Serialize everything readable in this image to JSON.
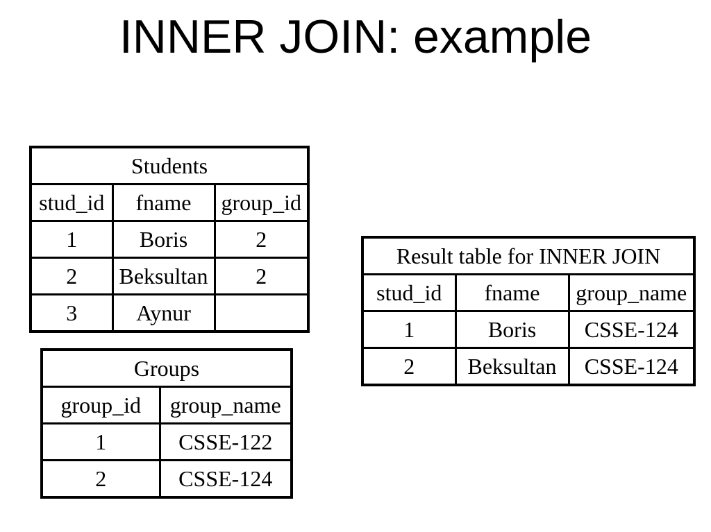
{
  "slide": {
    "title": "INNER JOIN: example",
    "background_color": "#ffffff",
    "text_color": "#000000",
    "border_color": "#000000"
  },
  "tables": {
    "students": {
      "title": "Students",
      "headers": [
        "stud_id",
        "fname",
        "group_id"
      ],
      "rows": [
        [
          "1",
          "Boris",
          "2"
        ],
        [
          "2",
          "Beksultan",
          "2"
        ],
        [
          "3",
          "Aynur",
          ""
        ]
      ]
    },
    "groups": {
      "title": "Groups",
      "headers": [
        "group_id",
        "group_name"
      ],
      "rows": [
        [
          "1",
          "CSSE-122"
        ],
        [
          "2",
          "CSSE-124"
        ]
      ]
    },
    "result": {
      "title": "Result table for INNER JOIN",
      "headers": [
        "stud_id",
        "fname",
        "group_name"
      ],
      "rows": [
        [
          "1",
          "Boris",
          "CSSE-124"
        ],
        [
          "2",
          "Beksultan",
          "CSSE-124"
        ]
      ]
    }
  }
}
